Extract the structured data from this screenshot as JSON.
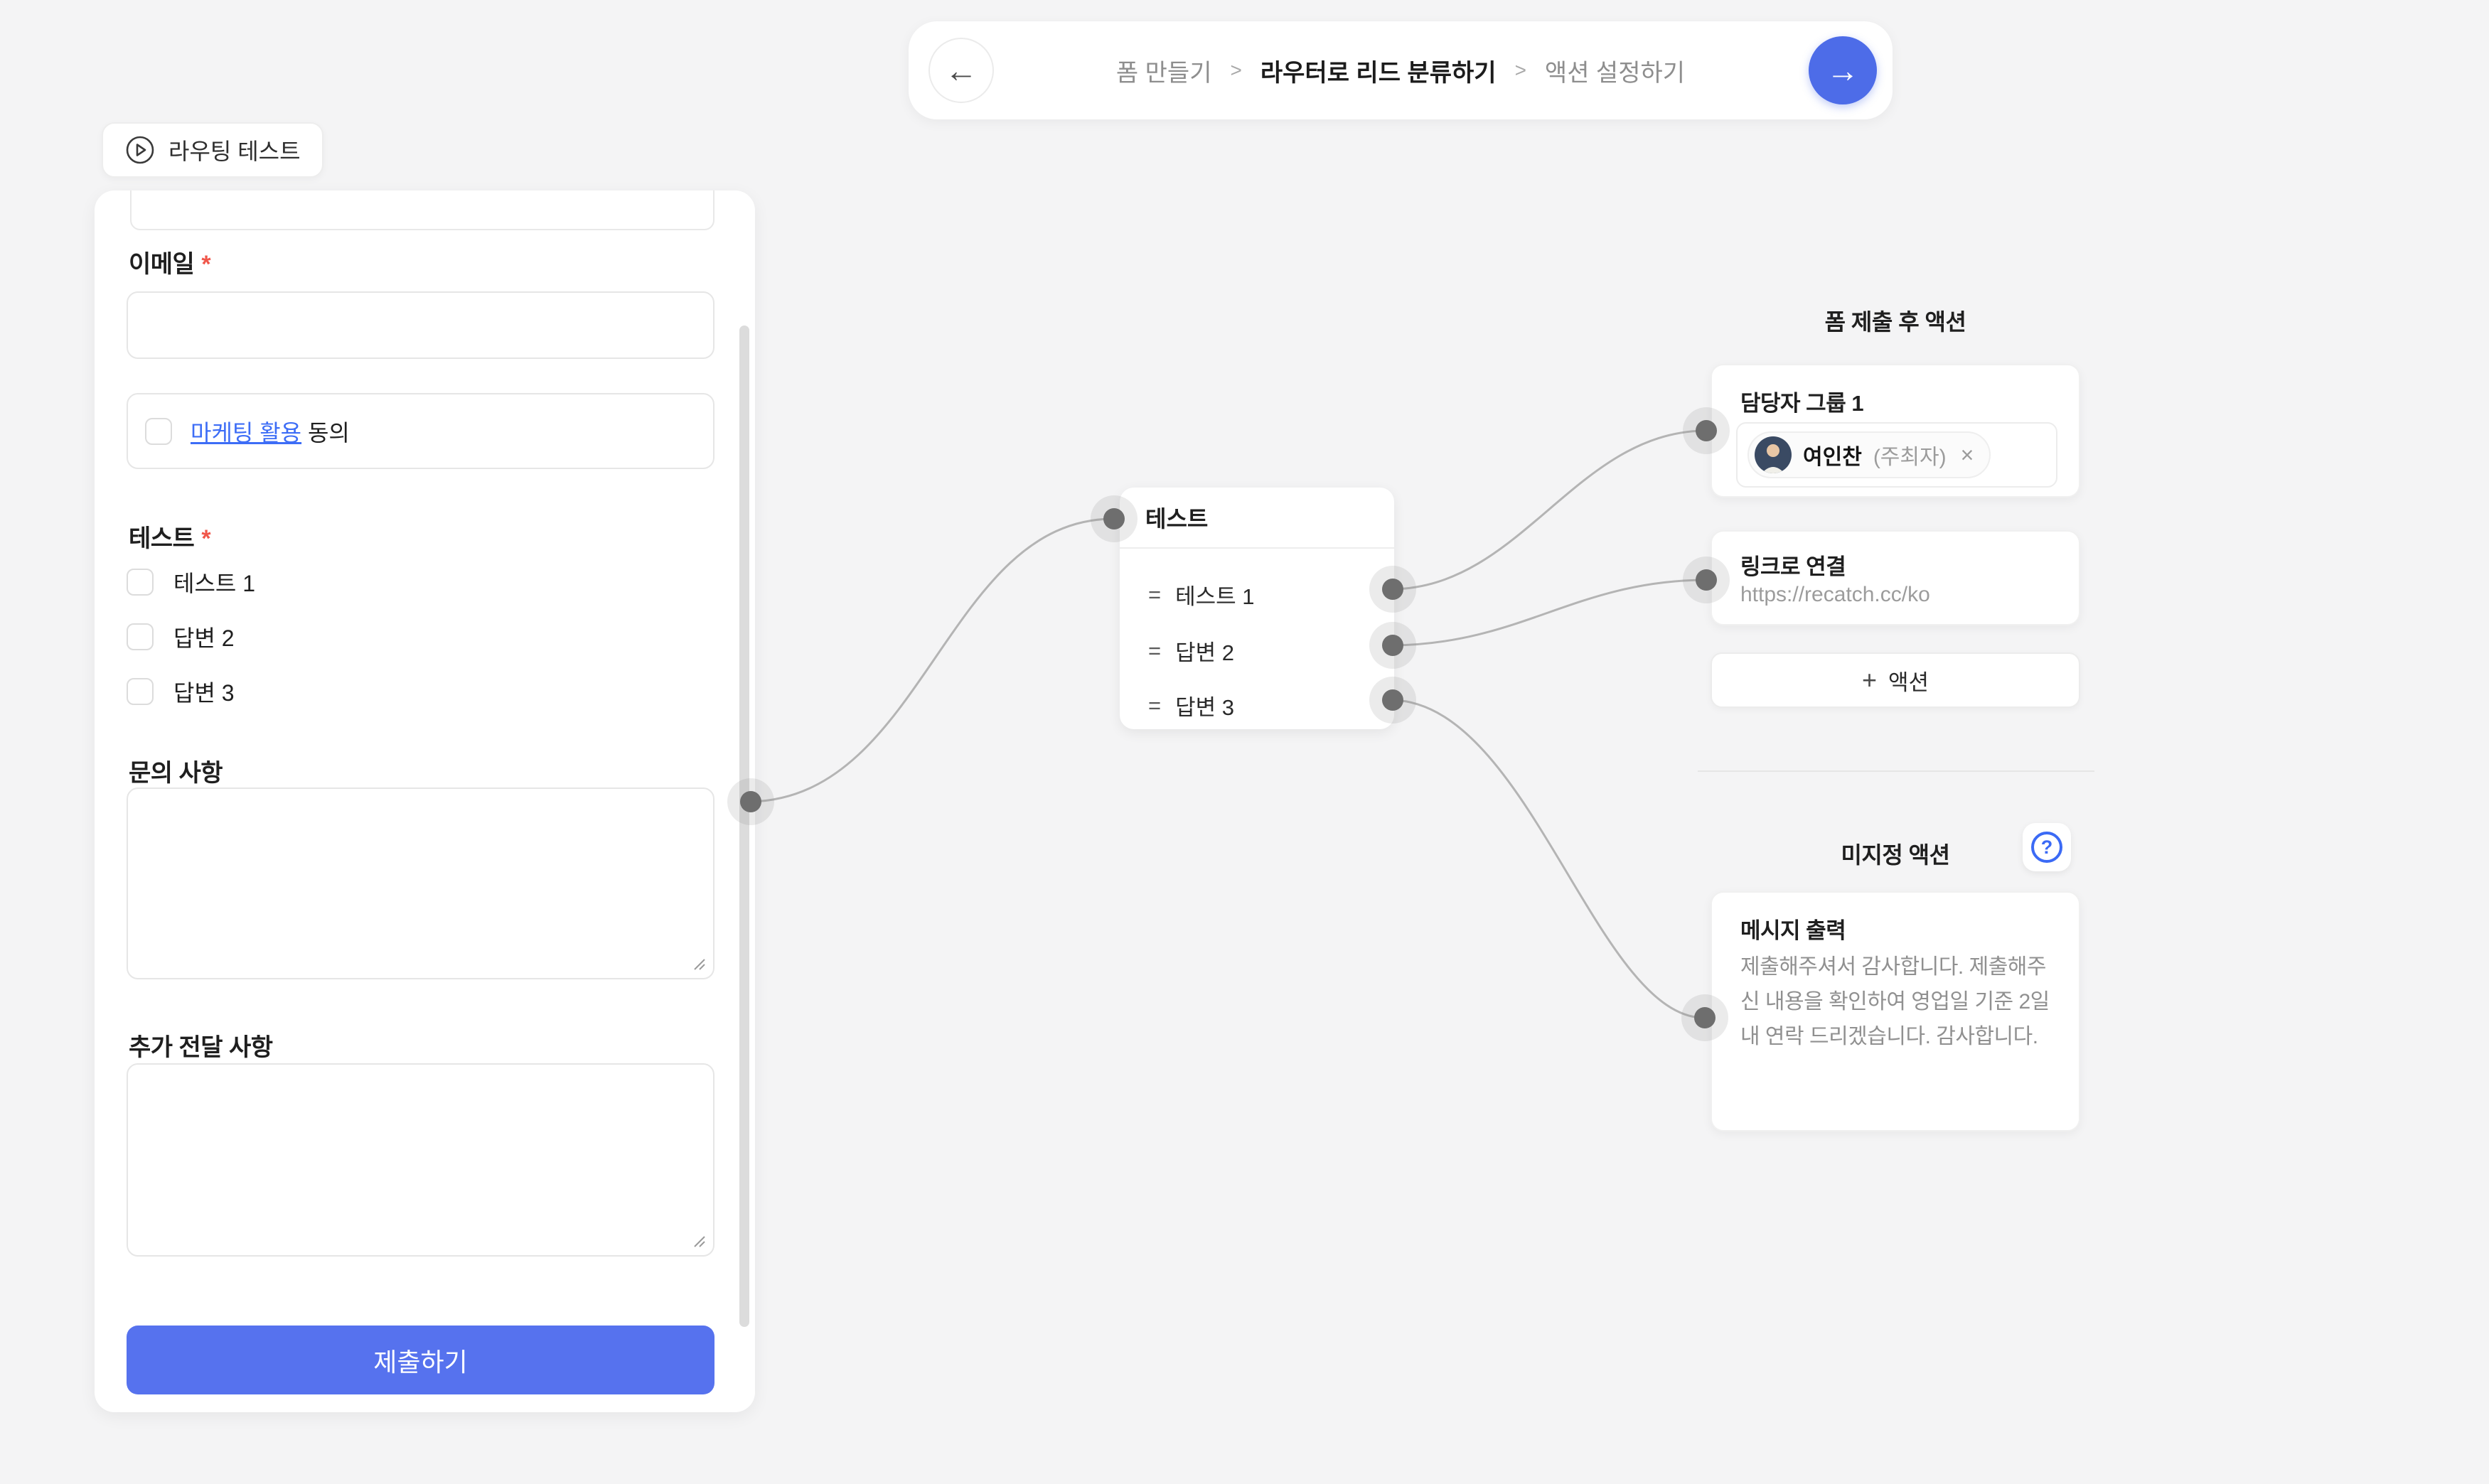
{
  "topbar": {
    "back_icon": "←",
    "next_icon": "→",
    "separator": ">",
    "breadcrumb": [
      {
        "label": "폼 만들기"
      },
      {
        "label": "라우터로 리드 분류하기"
      },
      {
        "label": "액션 설정하기"
      }
    ]
  },
  "routing_test": {
    "label": "라우팅 테스트",
    "icon": "play-circle"
  },
  "form": {
    "email_label": "이메일",
    "required_mark": "*",
    "consent": {
      "link_text": "마케팅 활용",
      "suffix": "동의"
    },
    "test_label": "테스트",
    "test_options": [
      "테스트 1",
      "답변 2",
      "답변 3"
    ],
    "inquiry_label": "문의 사항",
    "extra_label": "추가 전달 사항",
    "submit_label": "제출하기",
    "email_value": "",
    "inquiry_value": "",
    "extra_value": ""
  },
  "router": {
    "title": "테스트",
    "operator": "=",
    "branches": [
      "테스트 1",
      "답변 2",
      "답변 3"
    ]
  },
  "actions_panel": {
    "title": "폼 제출 후 액션",
    "assignee_card": {
      "title": "담당자 그룹 1",
      "chip": {
        "name": "여인찬",
        "role": "(주최자)",
        "remove_icon": "×"
      }
    },
    "link_card": {
      "title": "링크로 연결",
      "url": "https://recatch.cc/ko"
    },
    "add_action": {
      "plus": "+",
      "label": "액션"
    },
    "unassigned": {
      "title": "미지정 액션",
      "help_icon": "?"
    },
    "message_card": {
      "title": "메시지 출력",
      "body": "제출해주셔서 감사합니다. 제출해주신 내용을 확인하여 영업일 기준 2일 내 연락 드리겠습니다. 감사합니다."
    }
  },
  "colors": {
    "accent_blue": "#5672ee",
    "nav_blue": "#4d6ce8",
    "link_blue": "#3d6df6",
    "required_red": "#f0564a",
    "wire_gray": "#b4b4b4",
    "canvas_bg": "#f4f4f5"
  }
}
